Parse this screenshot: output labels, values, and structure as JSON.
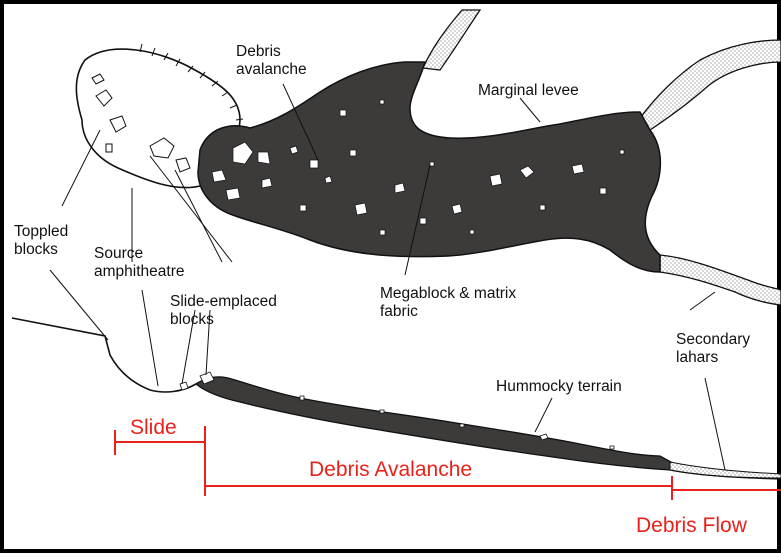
{
  "labels": {
    "debris_avalanche_line1": "Debris",
    "debris_avalanche_line2": "avalanche",
    "marginal_levee": "Marginal levee",
    "toppled_blocks_line1": "Toppled",
    "toppled_blocks_line2": "blocks",
    "source_amphitheatre_line1": "Source",
    "source_amphitheatre_line2": "amphitheatre",
    "slide_emplaced_line1": "Slide-emplaced",
    "slide_emplaced_line2": "blocks",
    "megablock_line1": "Megablock & matrix",
    "megablock_line2": "fabric",
    "secondary_lahars_line1": "Secondary",
    "secondary_lahars_line2": "lahars",
    "hummocky_terrain": "Hummocky terrain"
  },
  "zones": {
    "slide": "Slide",
    "debris_avalanche": "Debris Avalanche",
    "debris_flow": "Debris Flow"
  },
  "colors": {
    "deposit_fill": "#3d3a3a",
    "lahar_stipple": "#8a8a8a",
    "outline": "#111111",
    "zone_label": "#e8221b",
    "frame": "#000000"
  }
}
